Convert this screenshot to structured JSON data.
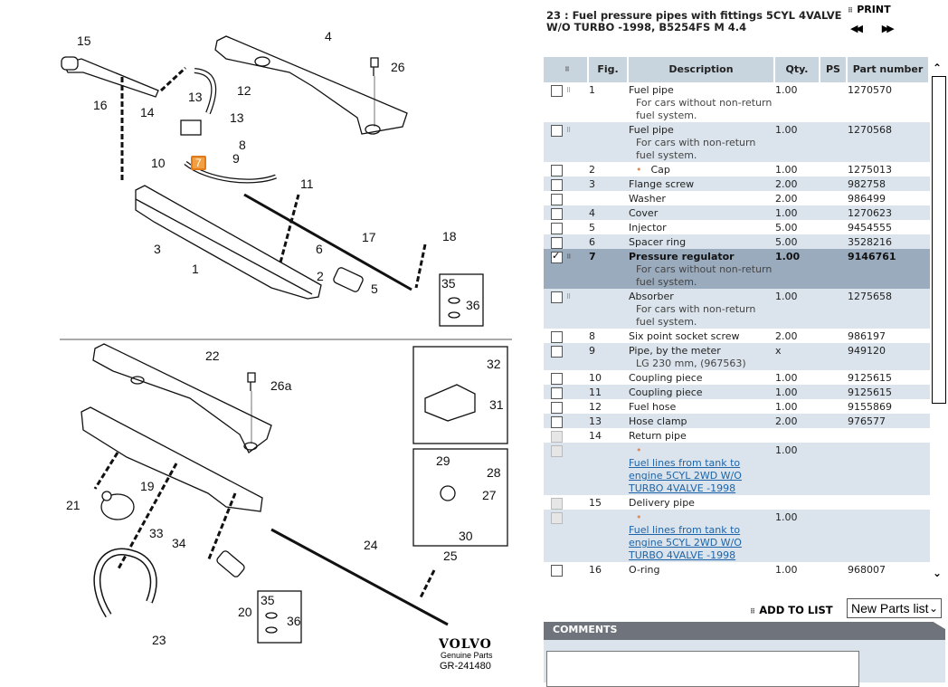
{
  "diagram": {
    "callouts": [
      "15",
      "4",
      "26",
      "12",
      "13",
      "13",
      "8",
      "16",
      "14",
      "10",
      "7",
      "9",
      "11",
      "3",
      "6",
      "17",
      "18",
      "2",
      "5",
      "1",
      "35",
      "36",
      "22",
      "32",
      "26a",
      "31",
      "19",
      "29",
      "28",
      "27",
      "21",
      "33",
      "34",
      "30",
      "24",
      "25",
      "20",
      "35",
      "36",
      "23"
    ],
    "highlighted_callout": "7",
    "brand": "VOLVO",
    "brand_sub": "Genuine Parts",
    "ref": "GR-241480"
  },
  "panel": {
    "title": "23 : Fuel pressure pipes with fittings 5CYL 4VALVE W/O TURBO -1998, B5254FS M 4.4",
    "print_label": "PRINT",
    "nav_prev": "◀◀",
    "nav_next": "▶▶",
    "columns": [
      "⠿",
      "Fig.",
      "Description",
      "Qty.",
      "PS",
      "Part number"
    ],
    "rows": [
      {
        "fig": "1",
        "desc": "Fuel pipe",
        "sub": "For cars without non-return fuel system.",
        "qty": "1.00",
        "ps": "",
        "part": "1270570",
        "grip": true,
        "checked": false,
        "disabled": false,
        "style": ""
      },
      {
        "fig": "",
        "desc": "Fuel pipe",
        "sub": "For cars with non-return fuel system.",
        "qty": "1.00",
        "ps": "",
        "part": "1270568",
        "grip": true,
        "checked": false,
        "disabled": false,
        "style": "alt"
      },
      {
        "fig": "2",
        "desc": "Cap",
        "sub": "",
        "qty": "1.00",
        "ps": "",
        "part": "1275013",
        "bullet": true,
        "checked": false,
        "disabled": false,
        "style": ""
      },
      {
        "fig": "3",
        "desc": "Flange screw",
        "sub": "",
        "qty": "2.00",
        "ps": "",
        "part": "982758",
        "checked": false,
        "disabled": false,
        "style": "alt"
      },
      {
        "fig": "",
        "desc": "Washer",
        "sub": "",
        "qty": "2.00",
        "ps": "",
        "part": "986499",
        "checked": false,
        "disabled": false,
        "style": ""
      },
      {
        "fig": "4",
        "desc": "Cover",
        "sub": "",
        "qty": "1.00",
        "ps": "",
        "part": "1270623",
        "checked": false,
        "disabled": false,
        "style": "alt"
      },
      {
        "fig": "5",
        "desc": "Injector",
        "sub": "",
        "qty": "5.00",
        "ps": "",
        "part": "9454555",
        "checked": false,
        "disabled": false,
        "style": ""
      },
      {
        "fig": "6",
        "desc": "Spacer ring",
        "sub": "",
        "qty": "5.00",
        "ps": "",
        "part": "3528216",
        "checked": false,
        "disabled": false,
        "style": "alt"
      },
      {
        "fig": "7",
        "desc": "Pressure regulator",
        "sub": "For cars without non-return fuel system.",
        "qty": "1.00",
        "ps": "",
        "part": "9146761",
        "grip": true,
        "checked": true,
        "disabled": false,
        "style": "sel"
      },
      {
        "fig": "",
        "desc": "Absorber",
        "sub": "For cars with non-return fuel system.",
        "qty": "1.00",
        "ps": "",
        "part": "1275658",
        "grip": true,
        "checked": false,
        "disabled": false,
        "style": "alt"
      },
      {
        "fig": "8",
        "desc": "Six point socket screw",
        "sub": "",
        "qty": "2.00",
        "ps": "",
        "part": "986197",
        "checked": false,
        "disabled": false,
        "style": ""
      },
      {
        "fig": "9",
        "desc": "Pipe, by the meter",
        "sub": "LG 230 mm, (967563)",
        "qty": "x",
        "ps": "",
        "part": "949120",
        "checked": false,
        "disabled": false,
        "style": "alt"
      },
      {
        "fig": "10",
        "desc": "Coupling piece",
        "sub": "",
        "qty": "1.00",
        "ps": "",
        "part": "9125615",
        "checked": false,
        "disabled": false,
        "style": ""
      },
      {
        "fig": "11",
        "desc": "Coupling piece",
        "sub": "",
        "qty": "1.00",
        "ps": "",
        "part": "9125615",
        "checked": false,
        "disabled": false,
        "style": "alt"
      },
      {
        "fig": "12",
        "desc": "Fuel hose",
        "sub": "",
        "qty": "1.00",
        "ps": "",
        "part": "9155869",
        "checked": false,
        "disabled": false,
        "style": ""
      },
      {
        "fig": "13",
        "desc": "Hose clamp",
        "sub": "",
        "qty": "2.00",
        "ps": "",
        "part": "976577",
        "checked": false,
        "disabled": false,
        "style": "alt"
      },
      {
        "fig": "14",
        "desc": "Return pipe",
        "sub": "",
        "qty": "",
        "ps": "",
        "part": "",
        "checked": false,
        "disabled": true,
        "style": ""
      },
      {
        "fig": "",
        "desc": "",
        "link": "Fuel lines from tank to engine 5CYL 2WD W/O TURBO 4VALVE -1998",
        "qty": "1.00",
        "ps": "",
        "part": "",
        "bullet": true,
        "checked": false,
        "disabled": true,
        "style": "alt"
      },
      {
        "fig": "15",
        "desc": "Delivery pipe",
        "sub": "",
        "qty": "",
        "ps": "",
        "part": "",
        "checked": false,
        "disabled": true,
        "style": ""
      },
      {
        "fig": "",
        "desc": "",
        "link": "Fuel lines from tank to engine 5CYL 2WD W/O TURBO 4VALVE -1998",
        "qty": "1.00",
        "ps": "",
        "part": "",
        "bullet": true,
        "checked": false,
        "disabled": true,
        "style": "alt"
      },
      {
        "fig": "16",
        "desc": "O-ring",
        "sub": "",
        "qty": "1.00",
        "ps": "",
        "part": "968007",
        "checked": false,
        "disabled": false,
        "style": ""
      }
    ],
    "add_to_list_label": "ADD TO LIST",
    "list_select_value": "New Parts list",
    "comments_label": "COMMENTS",
    "comments_value": ""
  }
}
